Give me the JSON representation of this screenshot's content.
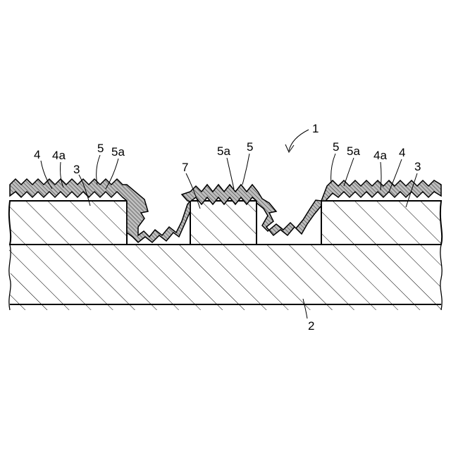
{
  "figure": {
    "reference_numerals": {
      "device": "1",
      "substrate": "2",
      "left_block": "3",
      "right_block": "3",
      "left_layer_a": "4",
      "left_layer_a_sub": "4a",
      "left_coat": "5",
      "left_coat_sub": "5a",
      "center_block": "7",
      "center_coat_sub": "5a",
      "center_coat": "5",
      "right_coat": "5",
      "right_coat_sub": "5a",
      "right_layer_a_sub": "4a",
      "right_layer_a": "4"
    },
    "colors": {
      "line": "#000000",
      "hatch": "#000000",
      "coating_fill": "#b4b4b4",
      "background": "#ffffff"
    }
  }
}
